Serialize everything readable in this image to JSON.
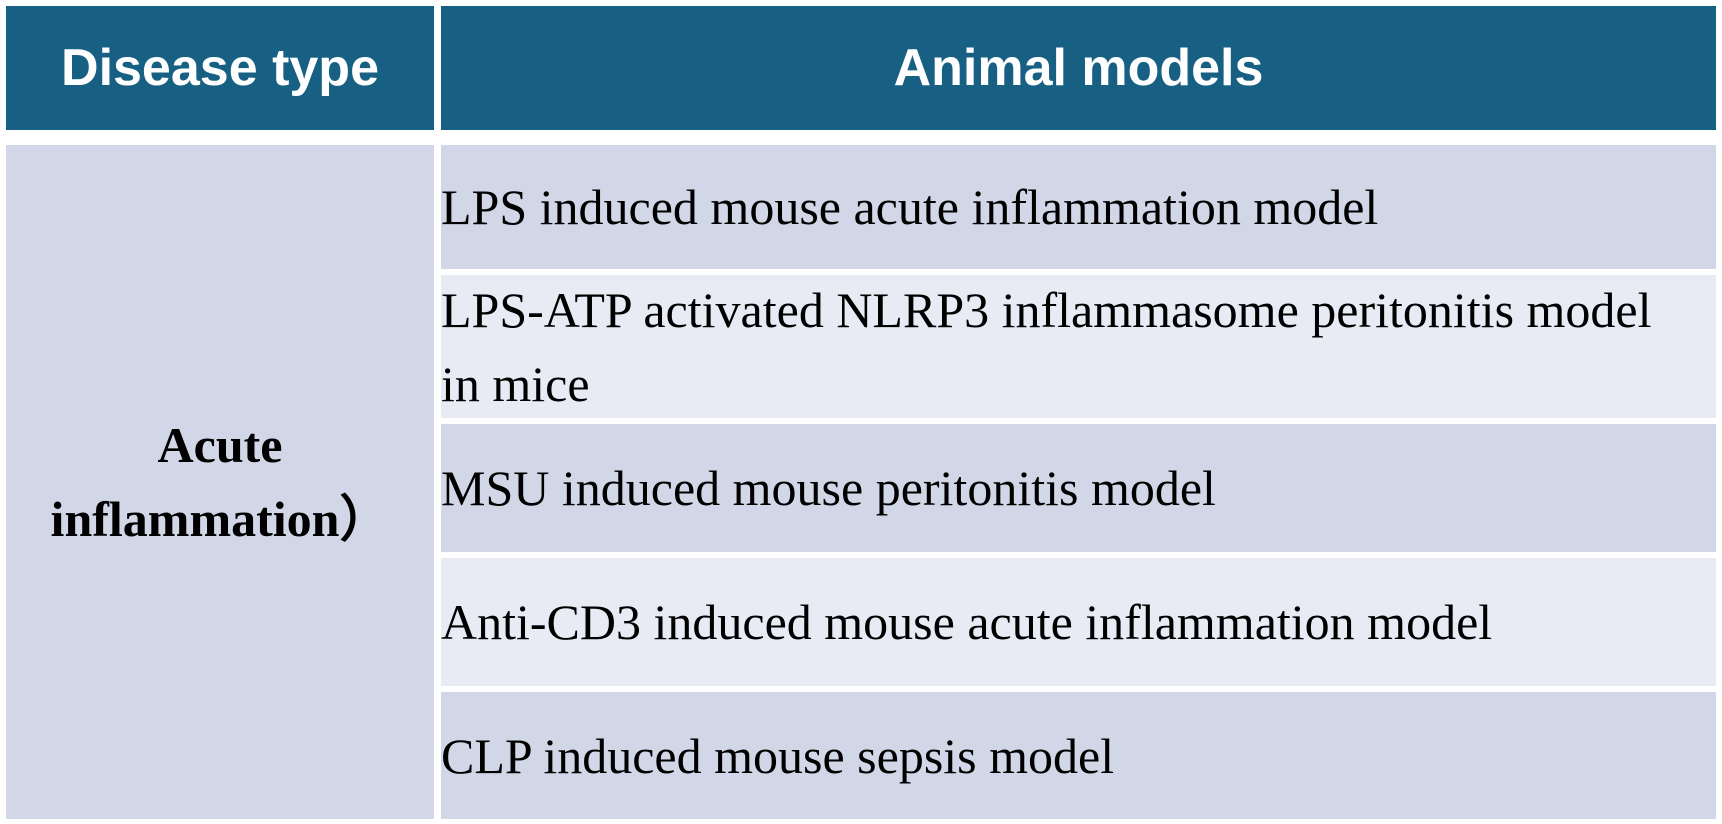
{
  "table": {
    "headers": {
      "disease_type": "Disease type",
      "animal_models": "Animal models"
    },
    "disease": {
      "line1": "Acute",
      "line2": "inflammation）"
    },
    "models": [
      "LPS induced mouse acute inflammation model",
      "LPS-ATP activated NLRP3 inflammasome peritonitis model in mice",
      "MSU induced mouse peritonitis model",
      "Anti-CD3 induced mouse acute inflammation model",
      "CLP induced mouse sepsis model"
    ]
  },
  "colors": {
    "header_bg": "#176083",
    "header_text": "#ffffff",
    "row_dark": "#d1d7e6",
    "row_light": "#e8ebf3"
  }
}
